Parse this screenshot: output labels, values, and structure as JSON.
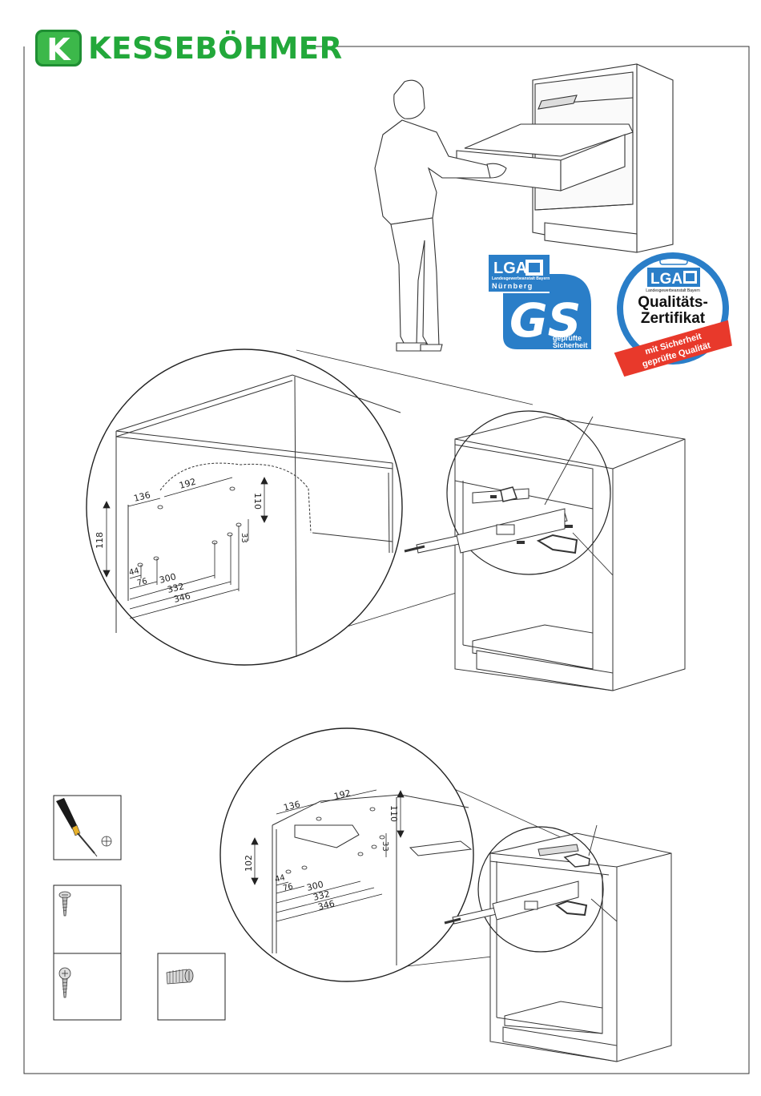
{
  "brand": {
    "name": "KESSEBÖHMER",
    "logo_letter": "K",
    "color": "#22a83a"
  },
  "badges": {
    "gs": {
      "lga": "LGA",
      "sub": "Landesgewerbeanstalt Bayern",
      "city": "Nürnberg",
      "mark": "GS",
      "caption1": "geprüfte",
      "caption2": "Sicherheit",
      "color": "#2a7ec8"
    },
    "quality": {
      "lga": "LGA",
      "sub": "Landesgewerbeanstalt Bayern",
      "title1": "Qualitäts-",
      "title2": "Zertifikat",
      "ribbon1": "mit Sicherheit",
      "ribbon2": "geprüfte Qualität",
      "ring_color": "#2a7ec8",
      "ribbon_color": "#e8392b"
    }
  },
  "detail1": {
    "dims": {
      "d136": "136",
      "d192": "192",
      "d110": "110",
      "d118": "118",
      "d33": "33",
      "d44": "44",
      "d76": "76",
      "d300": "300",
      "d332": "332",
      "d346": "346"
    }
  },
  "detail2": {
    "dims": {
      "d136": "136",
      "d192": "192",
      "d110": "110",
      "d102": "102",
      "d33": "33",
      "d44": "44",
      "d76": "76",
      "d300": "300",
      "d332": "332",
      "d346": "346"
    }
  },
  "tools": [
    {
      "name": "screwdriver"
    },
    {
      "name": "pan-head-screw"
    },
    {
      "name": "countersunk-screw"
    },
    {
      "name": "euro-screw"
    }
  ]
}
